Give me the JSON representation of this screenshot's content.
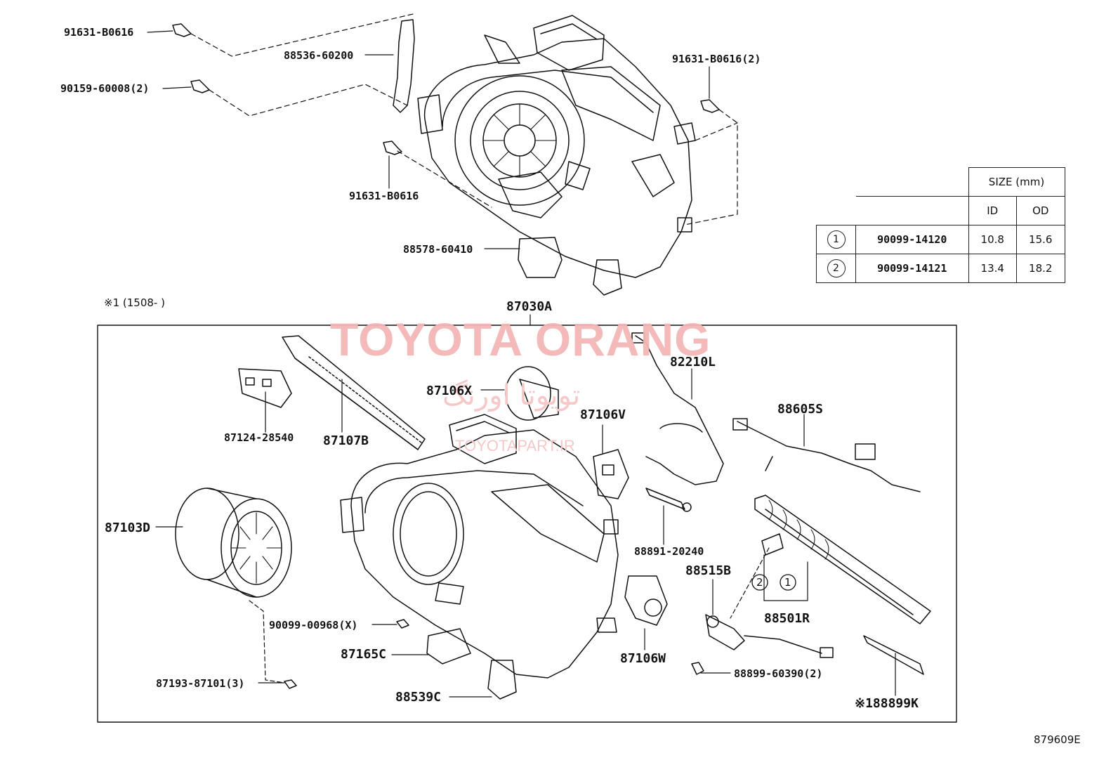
{
  "watermark": {
    "brand": "TOYOTA ORANG",
    "persian": "تویوتا اورنگ",
    "url": "TOYOTAPART.IR"
  },
  "note_top": "※1 (1508-    )",
  "diagram_code": "879609E",
  "assembly_label": "87030A",
  "labels": {
    "bolt_top_left": "91631-B0616",
    "bracket": "88536-60200",
    "screw_2": "90159-60008(2)",
    "bolt_mid": "91631-B0616",
    "bolt_right_2": "91631-B0616(2)",
    "amplifier": "88578-60410",
    "resistor": "87124-28540",
    "evaporator": "87107B",
    "damper_x": "87106X",
    "damper_v": "87106V",
    "harness_l": "82210L",
    "harness_s": "88605S",
    "blower": "87103D",
    "sensor": "88891-20240",
    "thermistor": "88515B",
    "screw_x": "90099-00968(X)",
    "motor_c": "87165C",
    "fan_screw": "87193-87101(3)",
    "drain": "88539C",
    "damper_w": "87106W",
    "clip": "88899-60390(2)",
    "heater_r": "88501R",
    "plate_k": "※188899K"
  },
  "size_table": {
    "header": "SIZE (mm)",
    "col_id": "ID",
    "col_od": "OD",
    "rows": [
      {
        "mark": "1",
        "part": "90099-14120",
        "id": "10.8",
        "od": "15.6"
      },
      {
        "mark": "2",
        "part": "90099-14121",
        "id": "13.4",
        "od": "18.2"
      }
    ]
  },
  "callouts": {
    "one": "1",
    "two": "2"
  }
}
